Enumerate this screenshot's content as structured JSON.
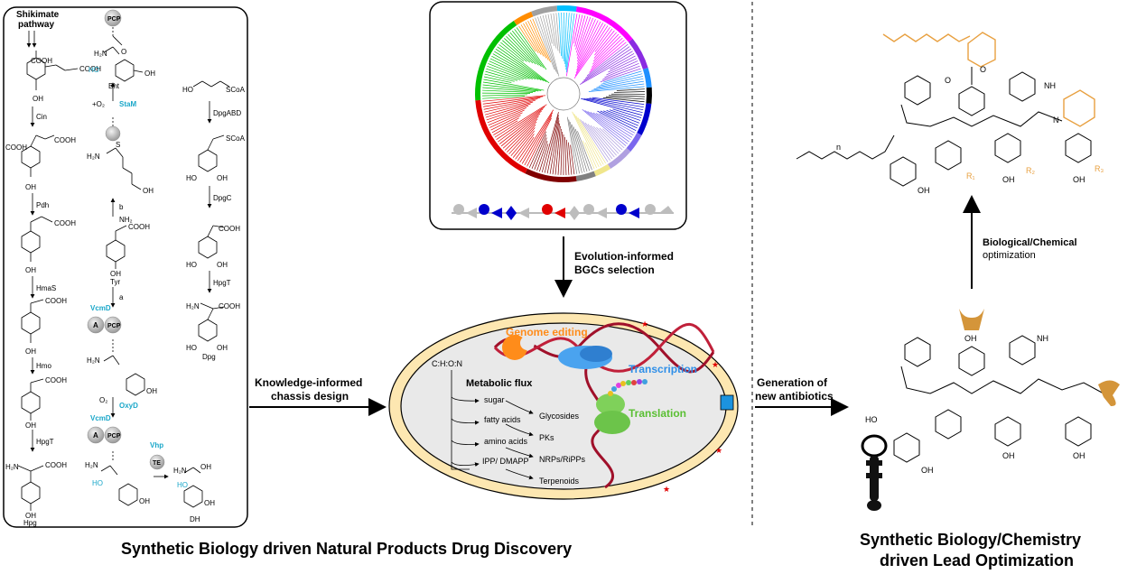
{
  "pathway": {
    "shikimate": "Shikimate pathway",
    "enzymes": {
      "cin": "Cin",
      "pdh": "Pdh",
      "hmas": "HmaS",
      "hmo": "Hmo",
      "hpgt1": "HpgT",
      "dpgabd": "DpgABD",
      "dpgc": "DpgC",
      "hpgt2": "HpgT",
      "stam": "StaM",
      "o2": "+O₂",
      "b": "b",
      "a": "a",
      "vcmd1": "VcmD",
      "oxyd": "OxyD",
      "o2b": "O₂",
      "vcmd2": "VcmD",
      "vhp": "Vhp"
    },
    "compounds": {
      "bht": "Bht",
      "tyr": "Tyr",
      "hpg": "Hpg",
      "dpg": "Dpg",
      "dht": "DH"
    },
    "groups": {
      "pcp1": "PCP",
      "pcp2": "PCP",
      "pcp3": "PCP",
      "a1": "A",
      "a2": "A",
      "te": "TE"
    },
    "chem": {
      "cooh": "COOH",
      "oh": "OH",
      "ho": "HO",
      "h2n": "H₂N",
      "nh2": "NH₂",
      "scoa": "SCoA",
      "s": "S",
      "o": "O",
      "coo": "COOH"
    }
  },
  "tree": {
    "colors": [
      "#ff00ff",
      "#8a2be2",
      "#1e90ff",
      "#000000",
      "#0000cd",
      "#7b68ee",
      "#b0a0e0",
      "#f0e68c",
      "#808080",
      "#800000",
      "#e00000",
      "#00c000",
      "#ff8c00",
      "#a0a0a0",
      "#00bfff"
    ]
  },
  "arrows": {
    "evolution": "Evolution-informed BGCs selection",
    "knowledge": "Knowledge-informed chassis design",
    "generation": "Generation of new antibiotics",
    "optimization": "Biological/Chemical optimization"
  },
  "cell": {
    "chon": "C:H:O:N",
    "flux": "Metabolic flux",
    "genome": "Genome editing",
    "transcription": "Transcription",
    "translation": "Translation",
    "inputs": [
      "sugar",
      "fatty acids",
      "amino acids",
      "IPP/ DMAPP"
    ],
    "outputs": [
      "Glycosides",
      "PKs",
      "NRPs/RiPPs",
      "Terpenoids"
    ]
  },
  "structures": {
    "r1": "R₁",
    "r2": "R₂",
    "r3": "R₃",
    "n": "n",
    "ho": "HO",
    "oh": "OH",
    "nh": "NH",
    "hn": "H",
    "h": "H",
    "o": "O",
    "n_": "N"
  },
  "captions": {
    "left": "Synthetic Biology driven Natural Products Drug Discovery",
    "right_line1": "Synthetic Biology/Chemistry",
    "right_line2": "driven Lead Optimization"
  }
}
